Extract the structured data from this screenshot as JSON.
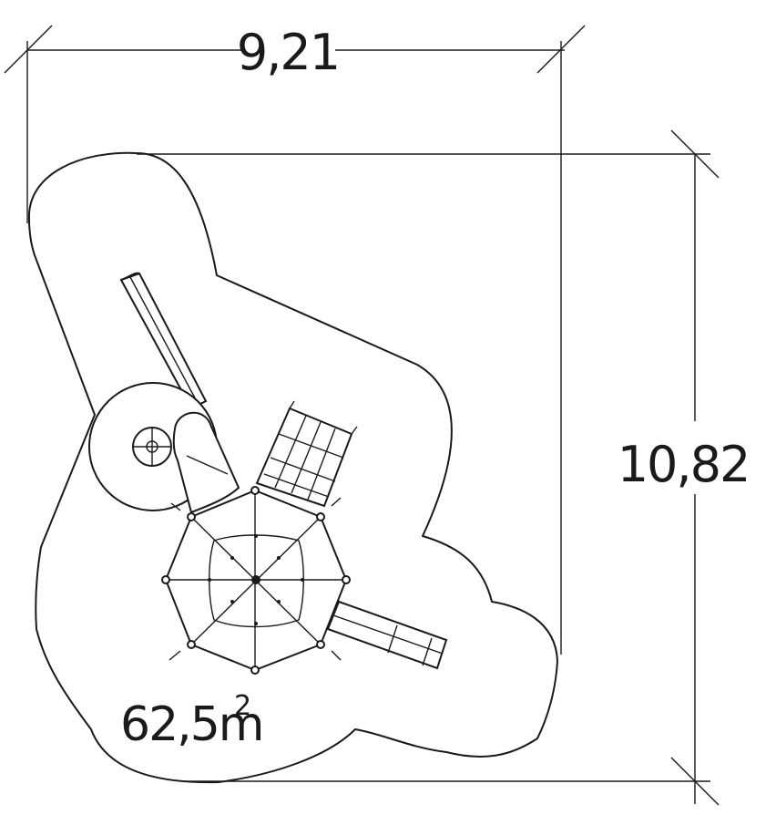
{
  "dimensions": {
    "width_label": "9,21",
    "height_label": "10,82"
  },
  "area": {
    "value": "62,5m",
    "superscript": "2"
  },
  "icons": [
    "slide-icon",
    "tower-icon",
    "climbing-net-icon",
    "ramp-icon",
    "spinner-icon"
  ]
}
